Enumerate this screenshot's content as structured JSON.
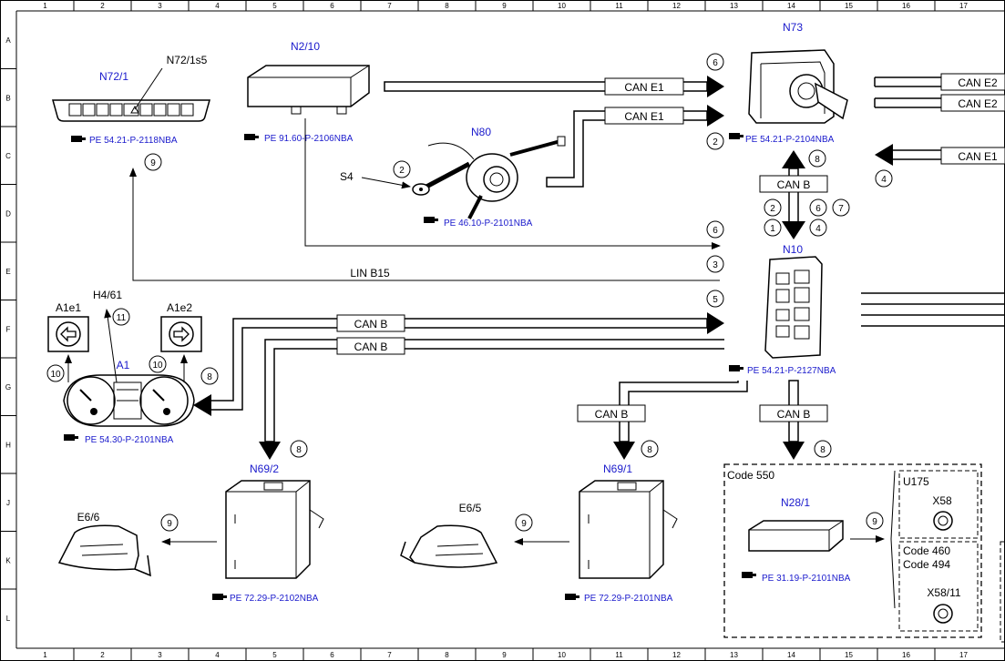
{
  "grid": {
    "columns": [
      "1",
      "2",
      "3",
      "4",
      "5",
      "6",
      "7",
      "8",
      "9",
      "10",
      "11",
      "12",
      "13",
      "14",
      "15",
      "16",
      "17"
    ],
    "rows": [
      "A",
      "B",
      "C",
      "D",
      "E",
      "F",
      "G",
      "H",
      "J",
      "K",
      "L"
    ]
  },
  "components": {
    "n72_1": {
      "label": "N72/1",
      "sub": "N72/1s5",
      "ref": "PE 54.21-P-2118NBA"
    },
    "n2_10": {
      "label": "N2/10",
      "ref": "PE 91.60-P-2106NBA"
    },
    "n80": {
      "label": "N80",
      "ref": "PE 46.10-P-2101NBA",
      "s4": "S4"
    },
    "n73": {
      "label": "N73",
      "ref": "PE 54.21-P-2104NBA"
    },
    "n10": {
      "label": "N10",
      "ref": "PE 54.21-P-2127NBA"
    },
    "a1": {
      "label": "A1",
      "ref": "PE 54.30-P-2101NBA",
      "a1e1": "A1e1",
      "a1e2": "A1e2",
      "h4_61": "H4/61"
    },
    "n69_2": {
      "label": "N69/2",
      "ref": "PE 72.29-P-2102NBA"
    },
    "n69_1": {
      "label": "N69/1",
      "ref": "PE 72.29-P-2101NBA"
    },
    "e6_6": {
      "label": "E6/6"
    },
    "e6_5": {
      "label": "E6/5"
    },
    "n28_1": {
      "label": "N28/1",
      "ref": "PE 31.19-P-2101NBA"
    },
    "u175": {
      "label": "U175",
      "x58": "X58"
    },
    "code_box": {
      "code550": "Code 550",
      "code460": "Code 460",
      "code494": "Code 494",
      "x58_11": "X58/11"
    }
  },
  "buses": {
    "can_e1": "CAN E1",
    "can_e2": "CAN E2",
    "can_b": "CAN B",
    "lin_b15": "LIN B15"
  },
  "numbers": {
    "n1": "1",
    "n2": "2",
    "n3": "3",
    "n4": "4",
    "n5": "5",
    "n6": "6",
    "n7": "7",
    "n8": "8",
    "n9": "9",
    "n10": "10",
    "n11": "11"
  }
}
